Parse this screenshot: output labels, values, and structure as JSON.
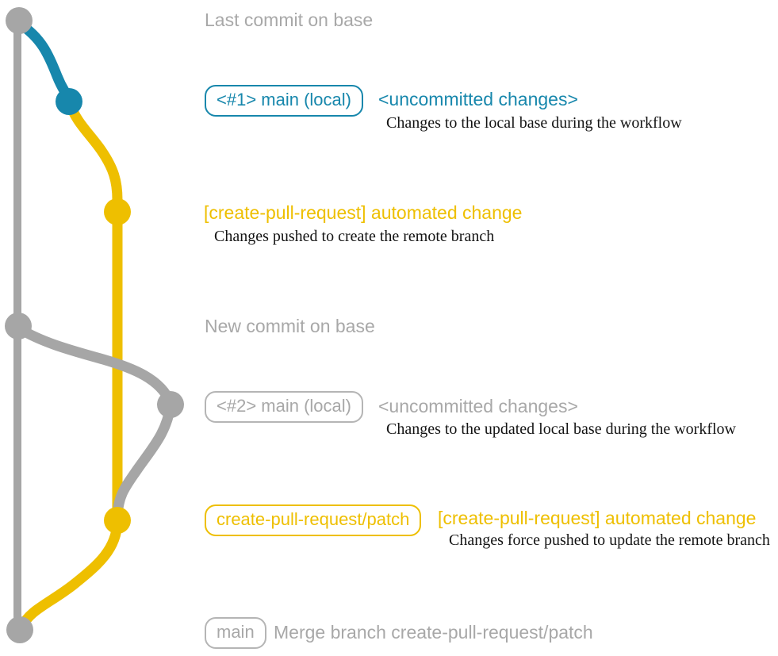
{
  "colors": {
    "gray_line": "#a6a6a6",
    "gray_text": "#a8a8a8",
    "blue": "#1787ac",
    "yellow": "#eebf00",
    "description_text": "#141414"
  },
  "header_top": {
    "label": "Last commit on base"
  },
  "header_mid": {
    "label": "New commit on base"
  },
  "row1": {
    "badge": "<#1> main (local)",
    "title": "<uncommitted changes>",
    "description": "Changes to the local base during the workflow"
  },
  "row2": {
    "title": "[create-pull-request] automated change",
    "description": "Changes pushed to create the remote branch"
  },
  "row3": {
    "badge": "<#2> main (local)",
    "title": "<uncommitted changes>",
    "description": "Changes to the updated local base during the workflow"
  },
  "row4": {
    "badge": "create-pull-request/patch",
    "title": "[create-pull-request] automated change",
    "description": "Changes force pushed to update the remote branch"
  },
  "row5": {
    "badge": "main",
    "title": "Merge branch create-pull-request/patch"
  },
  "graph": {
    "commits": [
      {
        "name": "last-commit-on-base",
        "color": "gray"
      },
      {
        "name": "local-main-commit-1",
        "color": "blue"
      },
      {
        "name": "automated-change-commit-1",
        "color": "yellow"
      },
      {
        "name": "new-commit-on-base",
        "color": "gray"
      },
      {
        "name": "local-main-commit-2",
        "color": "gray"
      },
      {
        "name": "automated-change-commit-2",
        "color": "yellow"
      },
      {
        "name": "merge-commit-on-main",
        "color": "gray"
      }
    ]
  }
}
